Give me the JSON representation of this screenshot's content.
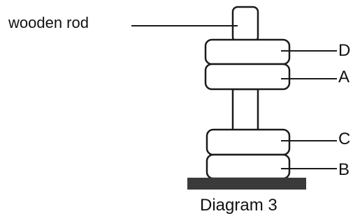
{
  "labels": {
    "rod": "wooden rod",
    "magnet_d": "D",
    "magnet_a": "A",
    "magnet_c": "C",
    "magnet_b": "B"
  },
  "caption": "Diagram 3",
  "colors": {
    "line": "#1a1a1a",
    "base": "#3a3a3a",
    "background": "#ffffff"
  }
}
